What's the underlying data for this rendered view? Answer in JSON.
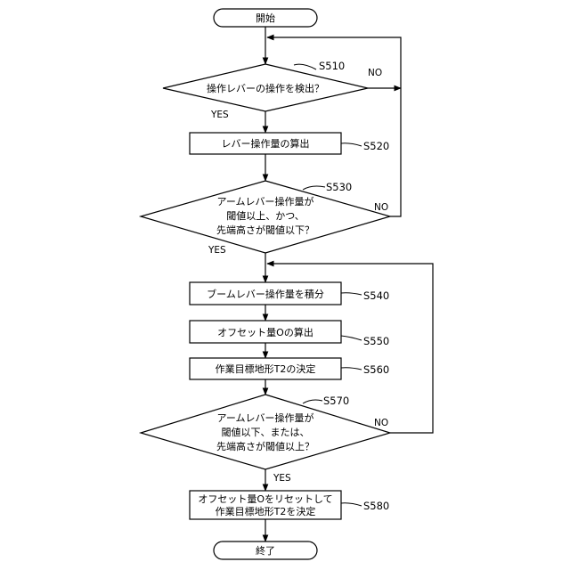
{
  "start": {
    "label": "開始"
  },
  "end": {
    "label": "終了"
  },
  "s510": {
    "step": "S510",
    "text": [
      "操作レバーの操作を検出？"
    ],
    "yes": "YES",
    "no": "NO"
  },
  "s520": {
    "step": "S520",
    "text": [
      "レバー操作量の算出"
    ]
  },
  "s530": {
    "step": "S530",
    "text": [
      "アームレバー操作量が",
      "閾値以上、かつ、",
      "先端高さが閾値以下？"
    ],
    "yes": "YES",
    "no": "NO"
  },
  "s540": {
    "step": "S540",
    "text": [
      "ブームレバー操作量を積分"
    ]
  },
  "s550": {
    "step": "S550",
    "text": [
      "オフセット量Oの算出"
    ]
  },
  "s560": {
    "step": "S560",
    "text": [
      "作業目標地形T2の決定"
    ]
  },
  "s570": {
    "step": "S570",
    "text": [
      "アームレバー操作量が",
      "閾値以下、または、",
      "先端高さが閾値以上？"
    ],
    "yes": "YES",
    "no": "NO"
  },
  "s580": {
    "step": "S580",
    "text": [
      "オフセット量Oをリセットして",
      "作業目標地形T2を決定"
    ]
  }
}
